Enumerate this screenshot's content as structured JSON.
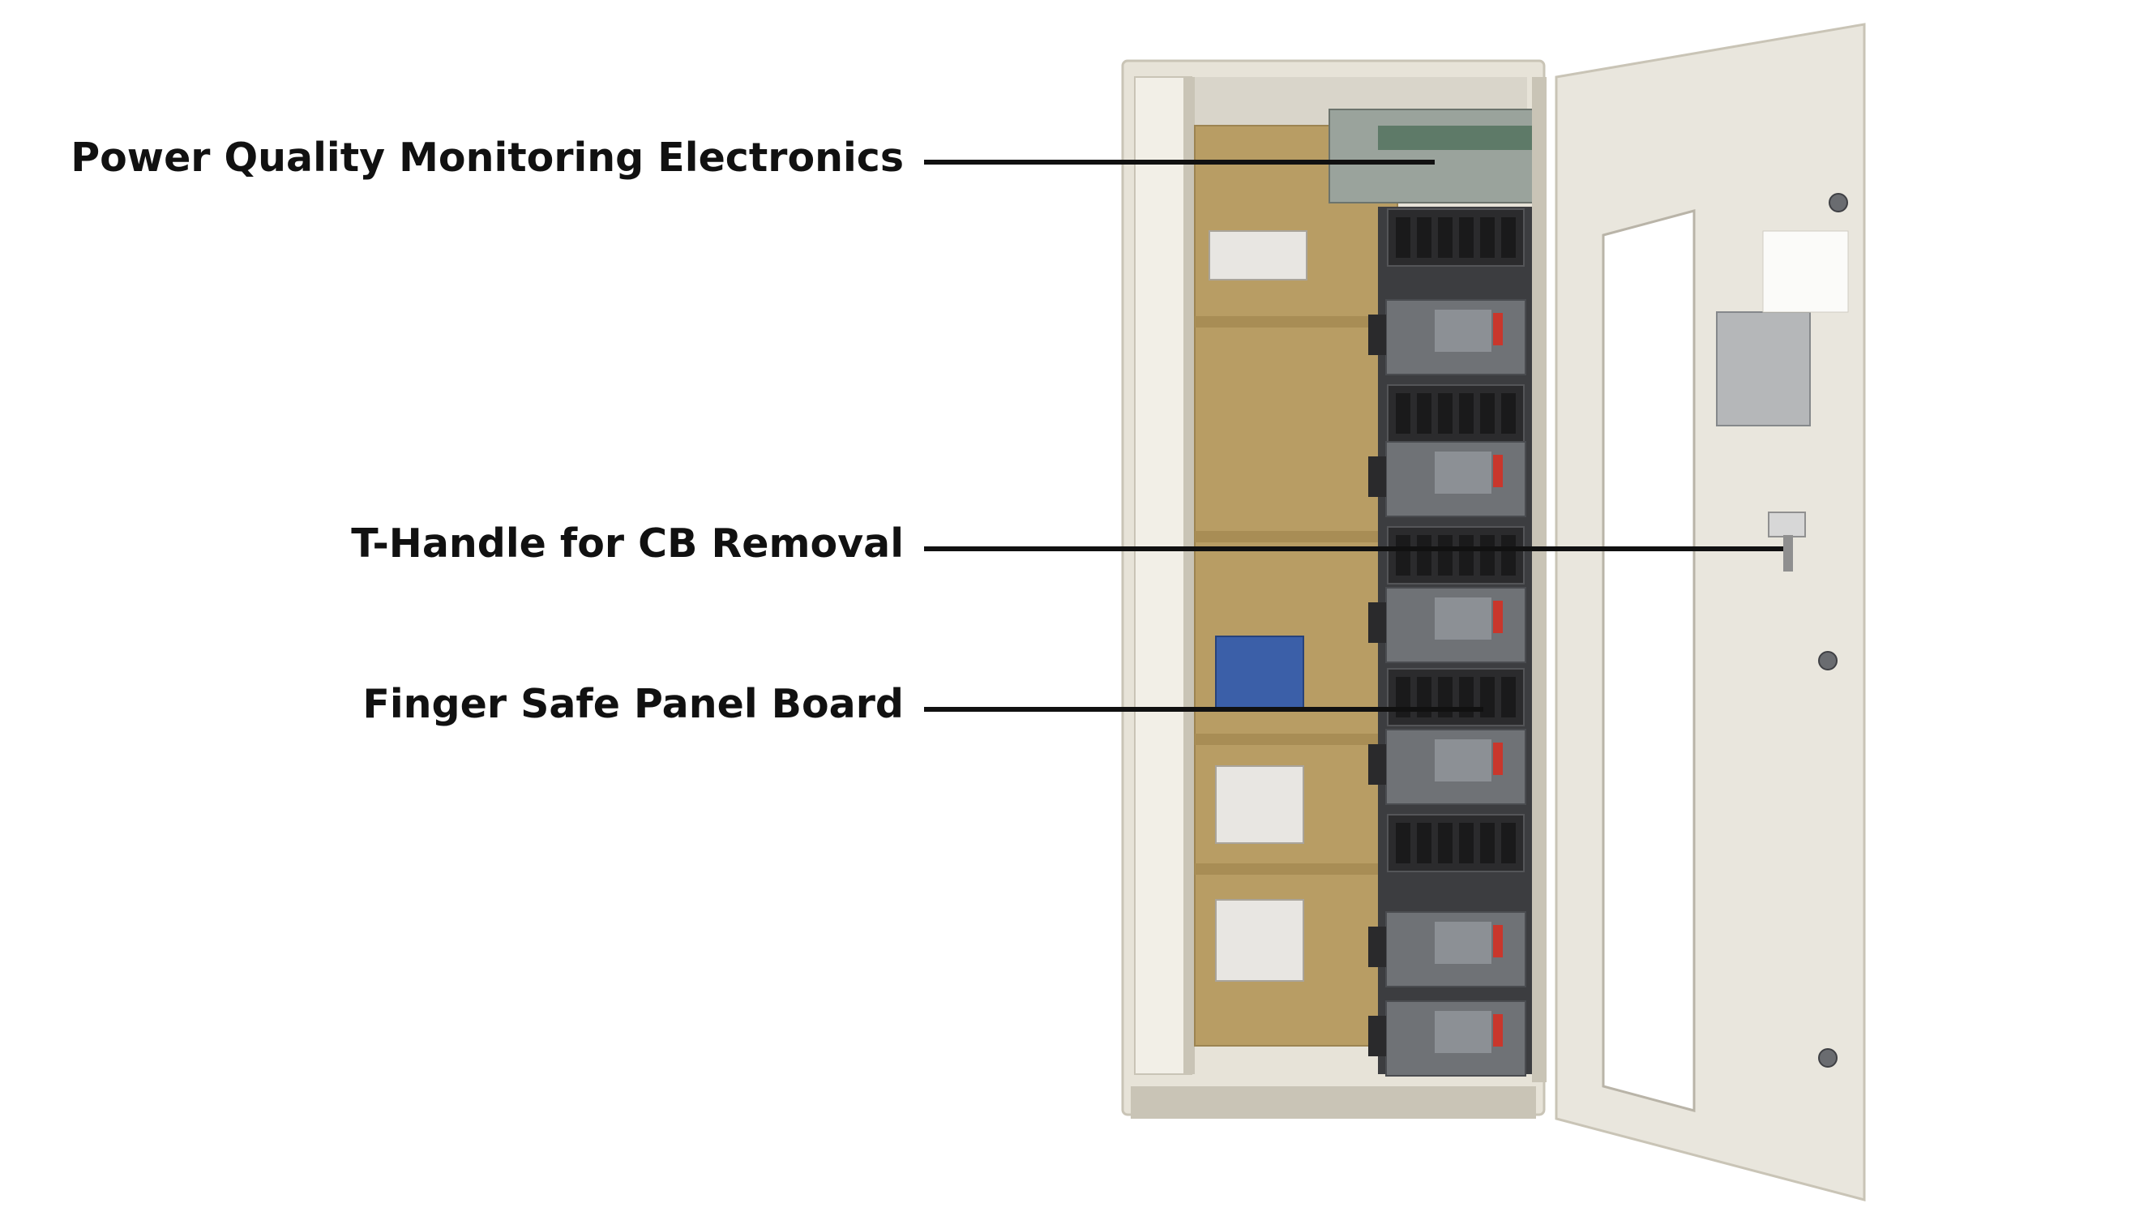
{
  "callouts": [
    {
      "id": "pqm",
      "label": "Power Quality Monitoring Electronics"
    },
    {
      "id": "thandle",
      "label": "T-Handle for CB Removal"
    },
    {
      "id": "fingersafe",
      "label": "Finger Safe Panel Board"
    }
  ],
  "colors": {
    "cabinet": "#e7e3d8",
    "cabinet_edge": "#c9c4b6",
    "backplate": "#b89d64",
    "breaker_body": "#6f7276",
    "breaker_face": "#8c9095",
    "breaker_red": "#c9372c",
    "busbar": "#2b2b2d",
    "door": "#e9e6dd",
    "door_window": "#ffffff",
    "leader": "#111111",
    "label": "#111111"
  }
}
